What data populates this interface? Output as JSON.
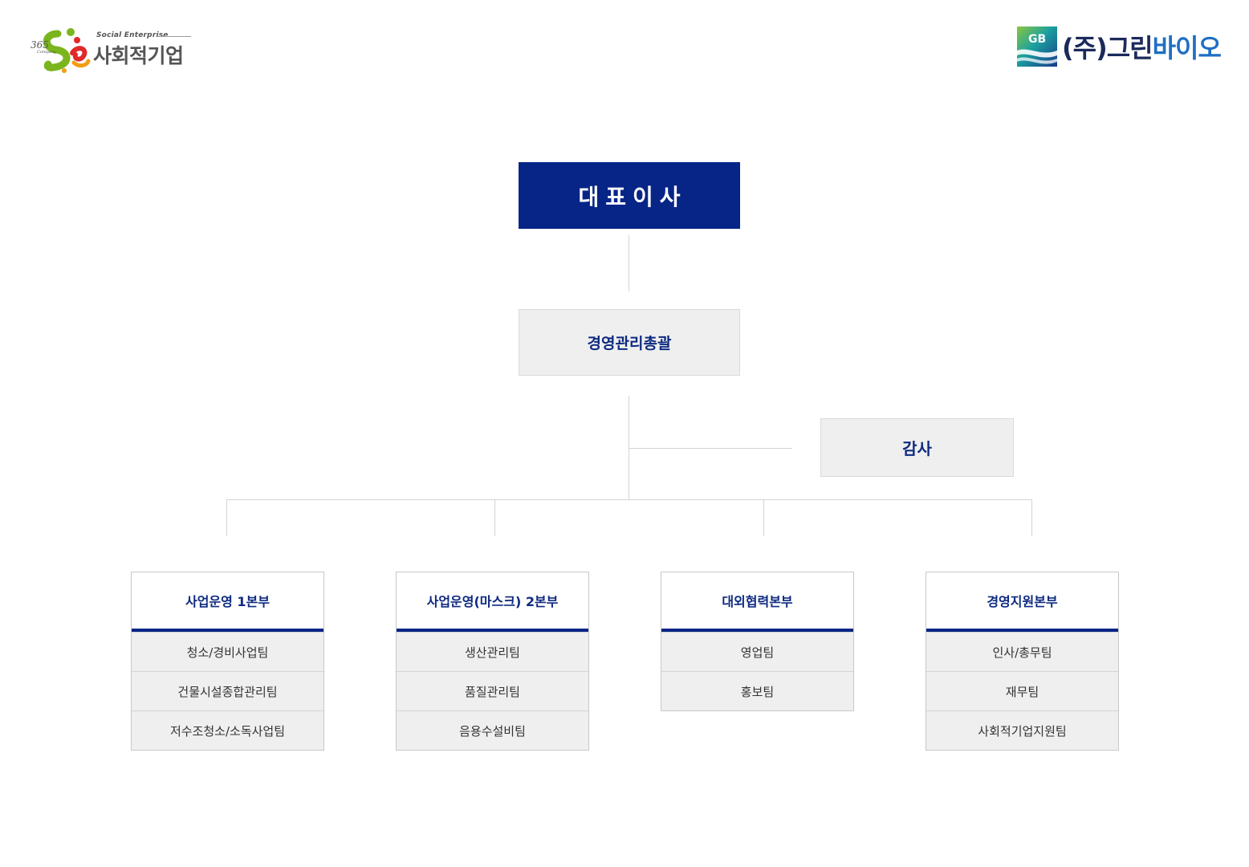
{
  "logos": {
    "left": {
      "mark_text": "365 Company",
      "small_text": "Social Enterprise",
      "name": "사회적기업",
      "colors": {
        "green": "#7ab51d",
        "red": "#e02a2a",
        "orange": "#f39c12",
        "text": "#555555"
      }
    },
    "right": {
      "badge": "GB",
      "name_part1": "(주)그린",
      "name_part2": "바이오",
      "colors": {
        "dark": "#1b2a5a",
        "blue": "#1f6fc3"
      }
    }
  },
  "org": {
    "ceo": "대표이사",
    "management": "경영관리총괄",
    "audit": "감사",
    "divisions": [
      {
        "name": "사업운영 1본부",
        "teams": [
          "청소/경비사업팀",
          "건물시설종합관리팀",
          "저수조청소/소독사업팀"
        ]
      },
      {
        "name": "사업운영(마스크) 2본부",
        "teams": [
          "생산관리팀",
          "품질관리팀",
          "음용수설비팀"
        ]
      },
      {
        "name": "대외협력본부",
        "teams": [
          "영업팀",
          "홍보팀"
        ]
      },
      {
        "name": "경영지원본부",
        "teams": [
          "인사/총무팀",
          "재무팀",
          "사회적기업지원팀"
        ]
      }
    ]
  },
  "colors": {
    "primary": "#062586",
    "box_bg": "#efefef",
    "line": "#d4d4d4"
  }
}
